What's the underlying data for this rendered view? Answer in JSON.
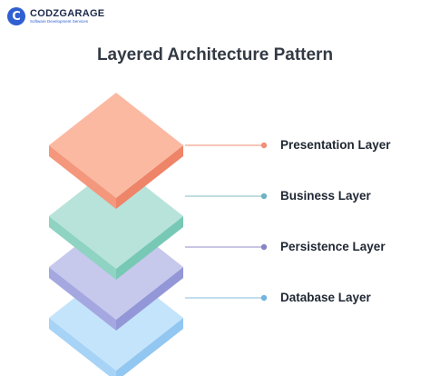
{
  "brand": {
    "logo_letter": "C",
    "name": "CODZGARAGE",
    "tagline": "Software Development Services"
  },
  "title": "Layered Architecture Pattern",
  "layers": [
    {
      "label": "Presentation Layer",
      "top": "#fbb9a2",
      "left": "#f4977c",
      "right": "#ee8468",
      "line": "#f4a38c",
      "dot": "#f28f78"
    },
    {
      "label": "Business Layer",
      "top": "#b7e3da",
      "left": "#8fd3c3",
      "right": "#78c8b6",
      "line": "#9ac9cc",
      "dot": "#6fb3c2"
    },
    {
      "label": "Persistence Layer",
      "top": "#c6c8ec",
      "left": "#a5a8e0",
      "right": "#9397d8",
      "line": "#a7a3d3",
      "dot": "#8585c6"
    },
    {
      "label": "Database Layer",
      "top": "#c4e4fb",
      "left": "#a6d3f6",
      "right": "#92c7f1",
      "line": "#9fcbe6",
      "dot": "#71b4e0"
    }
  ]
}
